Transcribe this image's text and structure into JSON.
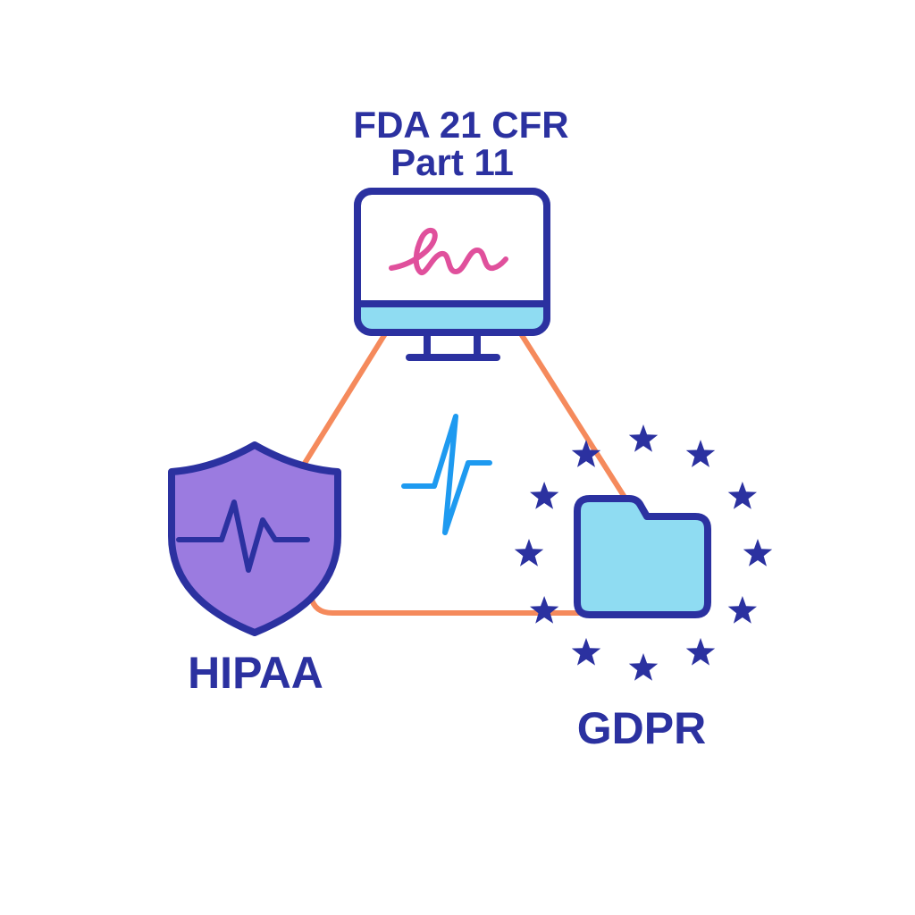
{
  "labels": {
    "fda_line1": "FDA 21 CFR",
    "fda_line2": "Part 11",
    "hipaa": "HIPAA",
    "gdpr": "GDPR"
  },
  "colors": {
    "text": "#2b31a0",
    "outline": "#2b31a0",
    "triangle": "#f58a5c",
    "screen_bar": "#8fdcf2",
    "signature": "#e0509c",
    "shield_fill": "#9b7be0",
    "folder_fill": "#8fdcf2",
    "lightning": "#1e9af0",
    "star": "#2b31a0"
  },
  "icons": {
    "monitor": "monitor-signature-icon",
    "shield": "shield-heartbeat-icon",
    "folder": "folder-icon",
    "stars": "eu-stars-icon",
    "connector": "lightning-icon"
  },
  "eu_star_count": 12
}
